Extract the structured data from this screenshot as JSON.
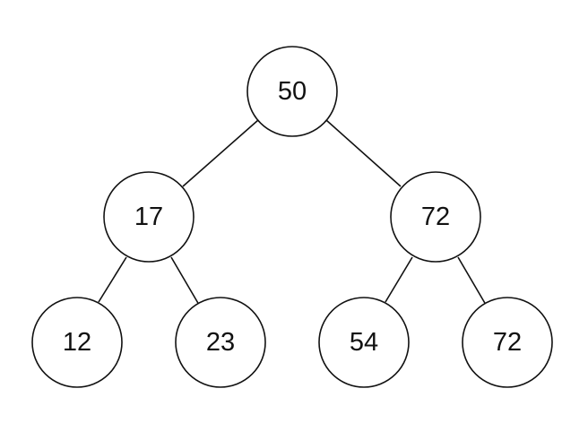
{
  "tree": {
    "nodes": [
      {
        "id": "root",
        "value": "50"
      },
      {
        "id": "left",
        "value": "17"
      },
      {
        "id": "right",
        "value": "72"
      },
      {
        "id": "left-left",
        "value": "12"
      },
      {
        "id": "left-right",
        "value": "23"
      },
      {
        "id": "right-left",
        "value": "54"
      },
      {
        "id": "right-right",
        "value": "72"
      }
    ],
    "edges": [
      {
        "from": "root",
        "to": "left"
      },
      {
        "from": "root",
        "to": "right"
      },
      {
        "from": "left",
        "to": "left-left"
      },
      {
        "from": "left",
        "to": "left-right"
      },
      {
        "from": "right",
        "to": "right-left"
      },
      {
        "from": "right",
        "to": "right-right"
      }
    ]
  }
}
